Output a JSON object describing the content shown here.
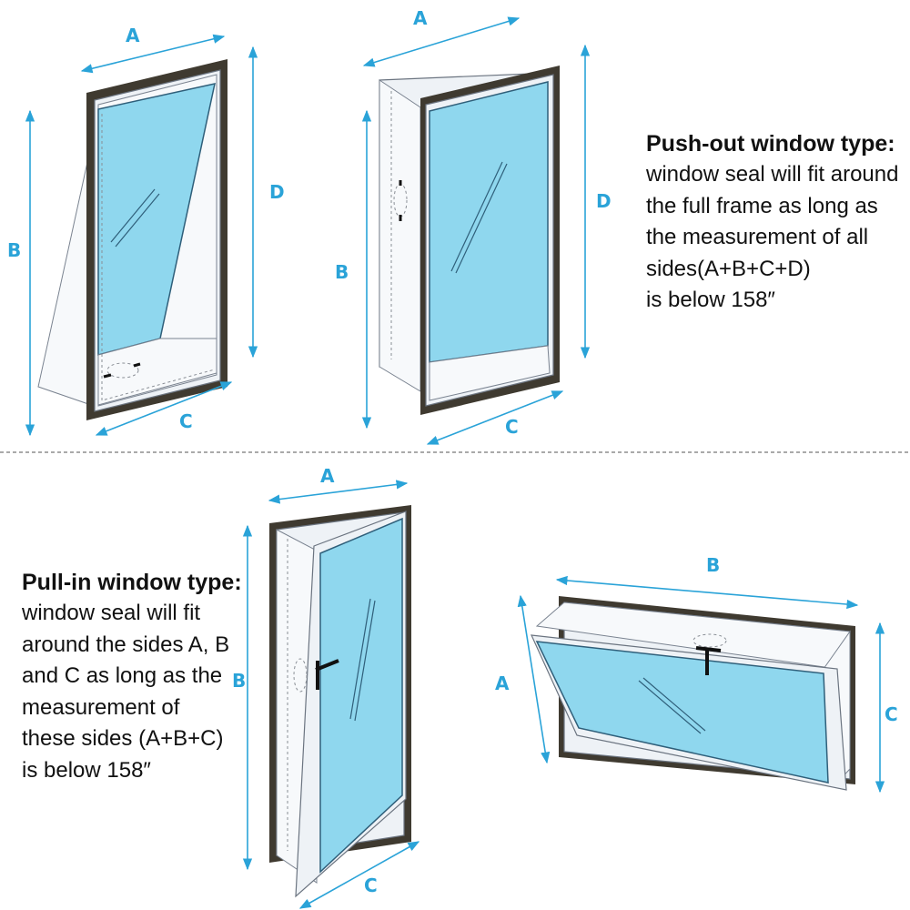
{
  "push_out": {
    "title": "Push-out window type:",
    "lines": [
      "window seal will fit around",
      "the full frame as long as",
      "the measurement of all",
      "sides(A+B+C+D)",
      "is below 158″"
    ]
  },
  "pull_in": {
    "title": "Pull-in window type:",
    "lines": [
      "window seal will fit",
      "around the sides A, B",
      "and C as long as the",
      "measurement of",
      "these sides (A+B+C)",
      "is below 158″"
    ]
  },
  "labels": {
    "a": "A",
    "b": "B",
    "c": "C",
    "d": "D"
  },
  "colors": {
    "accent": "#2aa3d8",
    "glass": "#8fd7ee",
    "frame": "#3f3a30"
  }
}
